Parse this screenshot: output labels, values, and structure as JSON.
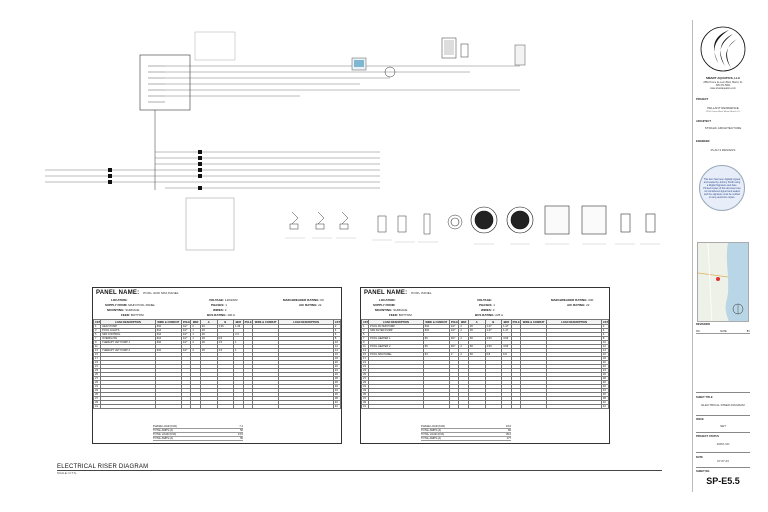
{
  "drawing": {
    "title": "ELECTRICAL RISER DIAGRAM",
    "scale": "SCALE: N.T.S."
  },
  "panels": [
    {
      "id": "left",
      "name_label": "PANEL NAME:",
      "name_value": "POOL AND SPA PANEL",
      "location_label": "LOCATION:",
      "location_value": "",
      "supply_label": "SUPPLY FROM:",
      "supply_value": "MAIN POOL PANEL",
      "mounting_label": "MOUNTING:",
      "mounting_value": "SURFACE",
      "feed_label": "FEED:",
      "feed_value": "BOTTOM",
      "voltage_label": "VOLTAGE:",
      "voltage_value": "120/240V",
      "phases_label": "PHASES:",
      "phases_value": "1",
      "wires_label": "WIRES:",
      "wires_value": "3",
      "bus_label": "BUS RATING:",
      "bus_value": "100 A",
      "main_label": "MAIN BREAKER RATING:",
      "main_value": "60",
      "aic_label": "AIC RATING:",
      "aic_value": "22",
      "columns": [
        "CKT",
        "LOAD DESCRIPTION",
        "WIRE & CONDUIT",
        "POLE",
        "BKR",
        "A",
        "B",
        "BKR",
        "POLE",
        "WIRE & CONDUIT",
        "LOAD DESCRIPTION",
        "CKT"
      ],
      "rows": [
        [
          "1",
          "HEAT PUMP",
          "#10",
          "1/2\"",
          "2",
          "40",
          "1.36",
          "1.36",
          "",
          "",
          "",
          "2"
        ],
        [
          "3",
          "POOL LIGHTS",
          "#12",
          "1/2\"",
          "1",
          "20",
          "",
          "",
          "",
          "",
          "",
          "4"
        ],
        [
          "5",
          "SPA CONTROL",
          "#12",
          "1/2\"",
          "1",
          "20",
          "",
          "2.3",
          "",
          "",
          "",
          "6"
        ],
        [
          "7",
          "OVERFLOW",
          "#12",
          "1/2\"",
          "1",
          "20",
          "0.5",
          "",
          "",
          "",
          "",
          "8"
        ],
        [
          "9",
          "THERAPY JET PUMP 1",
          "#10",
          "1/2\"",
          "2",
          "30",
          "1.5",
          "1",
          "",
          "",
          "",
          "10"
        ],
        [
          "11",
          "",
          "",
          "",
          "",
          "",
          "",
          "",
          "",
          "",
          "",
          "12"
        ],
        [
          "13",
          "THERAPY JET PUMP 2",
          "#10",
          "1/2\"",
          "2",
          "30",
          "1.5",
          "1",
          "",
          "",
          "",
          "14"
        ],
        [
          "15",
          "",
          "",
          "",
          "",
          "",
          "",
          "",
          "",
          "",
          "",
          "16"
        ],
        [
          "17",
          "",
          "",
          "",
          "",
          "",
          "",
          "",
          "",
          "",
          "",
          "18"
        ],
        [
          "19",
          "",
          "",
          "",
          "",
          "",
          "",
          "",
          "",
          "",
          "",
          "20"
        ],
        [
          "21",
          "",
          "",
          "",
          "",
          "",
          "",
          "",
          "",
          "",
          "",
          "22"
        ],
        [
          "23",
          "",
          "",
          "",
          "",
          "",
          "",
          "",
          "",
          "",
          "",
          "24"
        ],
        [
          "25",
          "",
          "",
          "",
          "",
          "",
          "",
          "",
          "",
          "",
          "",
          "26"
        ],
        [
          "27",
          "",
          "",
          "",
          "",
          "",
          "",
          "",
          "",
          "",
          "",
          "28"
        ],
        [
          "29",
          "",
          "",
          "",
          "",
          "",
          "",
          "",
          "",
          "",
          "",
          "30"
        ],
        [
          "31",
          "",
          "",
          "",
          "",
          "",
          "",
          "",
          "",
          "",
          "",
          "32"
        ],
        [
          "33",
          "",
          "",
          "",
          "",
          "",
          "",
          "",
          "",
          "",
          "",
          "34"
        ],
        [
          "35",
          "",
          "",
          "",
          "",
          "",
          "",
          "",
          "",
          "",
          "",
          "36"
        ],
        [
          "37",
          "",
          "",
          "",
          "",
          "",
          "",
          "",
          "",
          "",
          "",
          "38"
        ],
        [
          "39",
          "",
          "",
          "",
          "",
          "",
          "",
          "",
          "",
          "",
          "",
          "40"
        ],
        [
          "41",
          "",
          "",
          "",
          "",
          "",
          "",
          "",
          "",
          "",
          "",
          "42"
        ]
      ],
      "totals": [
        {
          "label": "PHASE LOAD (KVA)",
          "value": "7.1"
        },
        {
          "label": "TOTAL AMPS (A)",
          "value": "56"
        },
        {
          "label": "TOTAL LOAD (KVA)",
          "value": "13.5"
        },
        {
          "label": "TOTAL AMPS (A)",
          "value": "56"
        }
      ]
    },
    {
      "id": "right",
      "name_label": "PANEL NAME:",
      "name_value": "POOL PANEL",
      "location_label": "LOCATION:",
      "location_value": "",
      "supply_label": "SUPPLY FROM:",
      "supply_value": "",
      "mounting_label": "MOUNTING:",
      "mounting_value": "SURFACE",
      "feed_label": "FEED:",
      "feed_value": "BOTTOM",
      "voltage_label": "VOLTAGE:",
      "voltage_value": "",
      "phases_label": "PHASES:",
      "phases_value": "1",
      "wires_label": "WIRES:",
      "wires_value": "3",
      "bus_label": "BUS RATING:",
      "bus_value": "225 A",
      "main_label": "MAIN BREAKER RATING:",
      "main_value": "200",
      "aic_label": "AIC RATING:",
      "aic_value": "22",
      "columns": [
        "CKT",
        "LOAD DESCRIPTION",
        "WIRE & CONDUIT",
        "POLE",
        "BKR",
        "A",
        "B",
        "BKR",
        "POLE",
        "WIRE & CONDUIT",
        "LOAD DESCRIPTION",
        "CKT"
      ],
      "rows": [
        [
          "1",
          "POOL FILTER PUMP",
          "#10",
          "1/2\"",
          "2",
          "30",
          "1.47",
          "1.47",
          "",
          "",
          "",
          "2"
        ],
        [
          "3",
          "SPA FILTER PUMP",
          "#10",
          "1/2\"",
          "2",
          "30",
          "1.47",
          "1.47",
          "",
          "",
          "",
          "4"
        ],
        [
          "5",
          "",
          "",
          "",
          "",
          "",
          "",
          "",
          "",
          "",
          "",
          "6"
        ],
        [
          "7",
          "POOL HEATER 1",
          "#6",
          "3/4\"",
          "2",
          "60",
          "4.93",
          "4.93",
          "",
          "",
          "",
          "8"
        ],
        [
          "9",
          "",
          "",
          "",
          "",
          "",
          "",
          "",
          "",
          "",
          "",
          "10"
        ],
        [
          "11",
          "POOL HEATER 2",
          "#6",
          "3/4\"",
          "2",
          "60",
          "4.93",
          "4.93",
          "",
          "",
          "",
          "12"
        ],
        [
          "13",
          "",
          "",
          "",
          "",
          "",
          "",
          "",
          "",
          "",
          "",
          "14"
        ],
        [
          "15",
          "POOL SPA PANEL",
          "#4",
          "1\"",
          "2",
          "60",
          "6.8",
          "6.8",
          "",
          "",
          "",
          "16"
        ],
        [
          "17",
          "",
          "",
          "",
          "",
          "",
          "",
          "",
          "",
          "",
          "",
          "18"
        ],
        [
          "19",
          "",
          "",
          "",
          "",
          "",
          "",
          "",
          "",
          "",
          "",
          "20"
        ],
        [
          "21",
          "",
          "",
          "",
          "",
          "",
          "",
          "",
          "",
          "",
          "",
          "22"
        ],
        [
          "23",
          "",
          "",
          "",
          "",
          "",
          "",
          "",
          "",
          "",
          "",
          "24"
        ],
        [
          "25",
          "",
          "",
          "",
          "",
          "",
          "",
          "",
          "",
          "",
          "",
          "26"
        ],
        [
          "27",
          "",
          "",
          "",
          "",
          "",
          "",
          "",
          "",
          "",
          "",
          "28"
        ],
        [
          "29",
          "",
          "",
          "",
          "",
          "",
          "",
          "",
          "",
          "",
          "",
          "30"
        ],
        [
          "31",
          "",
          "",
          "",
          "",
          "",
          "",
          "",
          "",
          "",
          "",
          "32"
        ],
        [
          "33",
          "",
          "",
          "",
          "",
          "",
          "",
          "",
          "",
          "",
          "",
          "34"
        ],
        [
          "35",
          "",
          "",
          "",
          "",
          "",
          "",
          "",
          "",
          "",
          "",
          "36"
        ],
        [
          "37",
          "",
          "",
          "",
          "",
          "",
          "",
          "",
          "",
          "",
          "",
          "38"
        ],
        [
          "39",
          "",
          "",
          "",
          "",
          "",
          "",
          "",
          "",
          "",
          "",
          "40"
        ],
        [
          "41",
          "",
          "",
          "",
          "",
          "",
          "",
          "",
          "",
          "",
          "",
          "42"
        ]
      ],
      "totals": [
        {
          "label": "PHASE LOAD (KVA)",
          "value": "19.6"
        },
        {
          "label": "TOTAL AMPS (A)",
          "value": "82"
        },
        {
          "label": "TOTAL LOAD (KVA)",
          "value": "39.2"
        },
        {
          "label": "TOTAL AMPS (A)",
          "value": "177"
        }
      ]
    }
  ],
  "title_block": {
    "company": "SMART AQUATICS, LLC",
    "address_line1": "2860 Ponce de Leon Blvd, Miami, FL",
    "address_line2": "305.371.5821",
    "address_line3": "www.smartaquatics.com",
    "project_label": "PROJECT",
    "project_value": "PELLANT RESIDENCE",
    "project_sub": "1254 Ocean Blvd, Miami Beach, FL",
    "architect_label": "ARCHITECT",
    "architect_value": "STRAHC ARCHITECTURE",
    "engineer_label": "ENGINEER",
    "engineer_value": "PLAN 3 DESIGNS",
    "stamp_text": "This item has been digitally signed and sealed by Johnny Smith using a Digital Signature and date. Printed copies of this document are not considered signed and sealed and the signature must be verified on any electronic copies.",
    "revisions_label": "REVISIONS",
    "rev_cols": [
      "NO.",
      "DATE",
      "BY"
    ],
    "sheet_title_label": "SHEET TITLE",
    "sheet_title_value": "ELECTRICAL RISER DIAGRAM",
    "issue_label": "ISSUE",
    "issue_value": "SET",
    "status_label": "PROJECT STATUS",
    "status_value": "100% CD",
    "date_label": "DATE",
    "date_value": "07.07.23",
    "sheet_no_label": "SHEET NO.",
    "sheet_no_value": "SP-E5.5"
  },
  "colors": {
    "line": "#333333",
    "accent_blue": "#2a4a8a"
  }
}
